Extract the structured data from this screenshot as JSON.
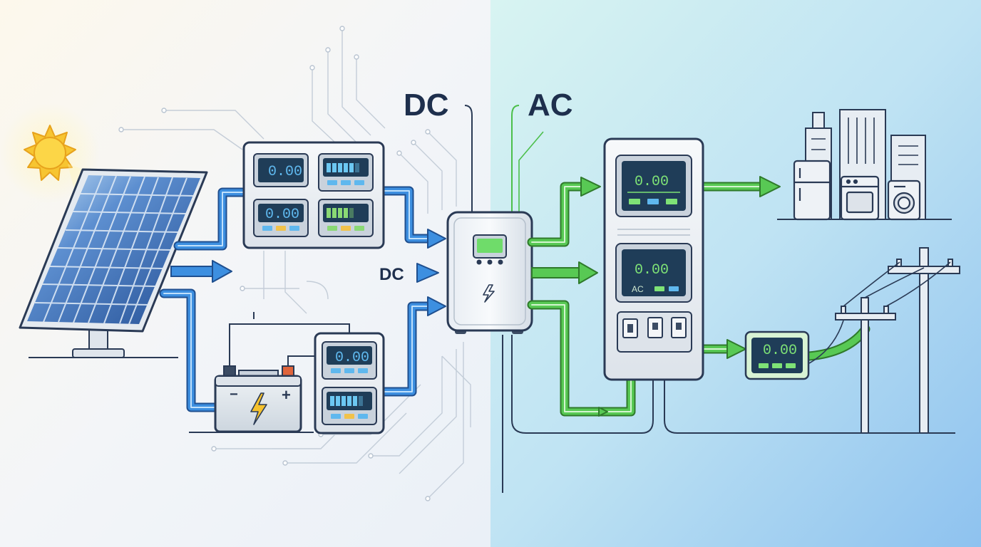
{
  "labels": {
    "dc_header": "DC",
    "ac_header": "AC",
    "dc_input": "DC"
  },
  "displays": {
    "dc_combiner_1": "0.00",
    "dc_combiner_2": "0.00",
    "battery_monitor": "0.00",
    "ac_panel_top": "0.00",
    "ac_panel_mid": "0.00",
    "ac_panel_mid_tag": "AC",
    "grid_meter": "0.00"
  },
  "colors": {
    "dc_flow": "#2f7fd6",
    "ac_flow": "#4cbf4a",
    "outline": "#2a3a55",
    "sun": "#f7c531",
    "lcd_bg": "#1f3d58",
    "lcd_text_dc": "#5fb8ee",
    "lcd_text_ac": "#7ee276"
  },
  "icons": {
    "sun": "sun-icon",
    "solar_panel": "solar-panel-icon",
    "battery": "battery-icon",
    "inverter": "inverter-icon",
    "bolt": "lightning-bolt-icon",
    "buildings": "city-buildings-icon",
    "appliances": "home-appliances-icon",
    "utility_pole": "utility-pole-icon"
  }
}
